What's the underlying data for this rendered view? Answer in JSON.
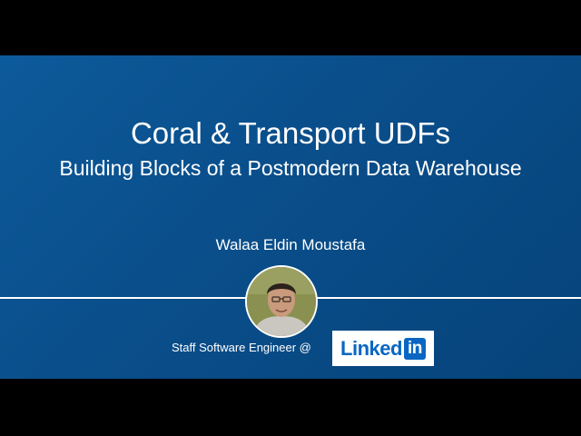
{
  "slide": {
    "title": "Coral & Transport UDFs",
    "subtitle": "Building Blocks of a Postmodern Data Warehouse",
    "speaker_name": "Walaa Eldin Moustafa",
    "speaker_role": "Staff Software Engineer @",
    "logo_word": "Linked",
    "logo_in": "in"
  },
  "colors": {
    "background": "#0a4f8c",
    "letterbox": "#000000",
    "text": "#ffffff",
    "logo_blue": "#0a66c2"
  },
  "icons": {
    "avatar": "speaker-photo",
    "logo": "linkedin-logo"
  }
}
